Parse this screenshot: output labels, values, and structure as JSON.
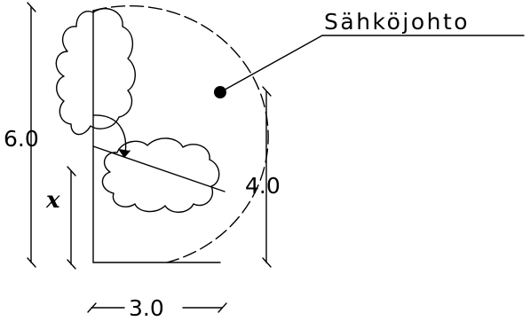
{
  "labels": {
    "power_line": "Sähköjohto",
    "tree_height": "6.0",
    "fall_distance": "4.0",
    "base_width": "3.0",
    "variable_x": "x"
  },
  "colors": {
    "ink": "#000000",
    "background": "#ffffff"
  }
}
